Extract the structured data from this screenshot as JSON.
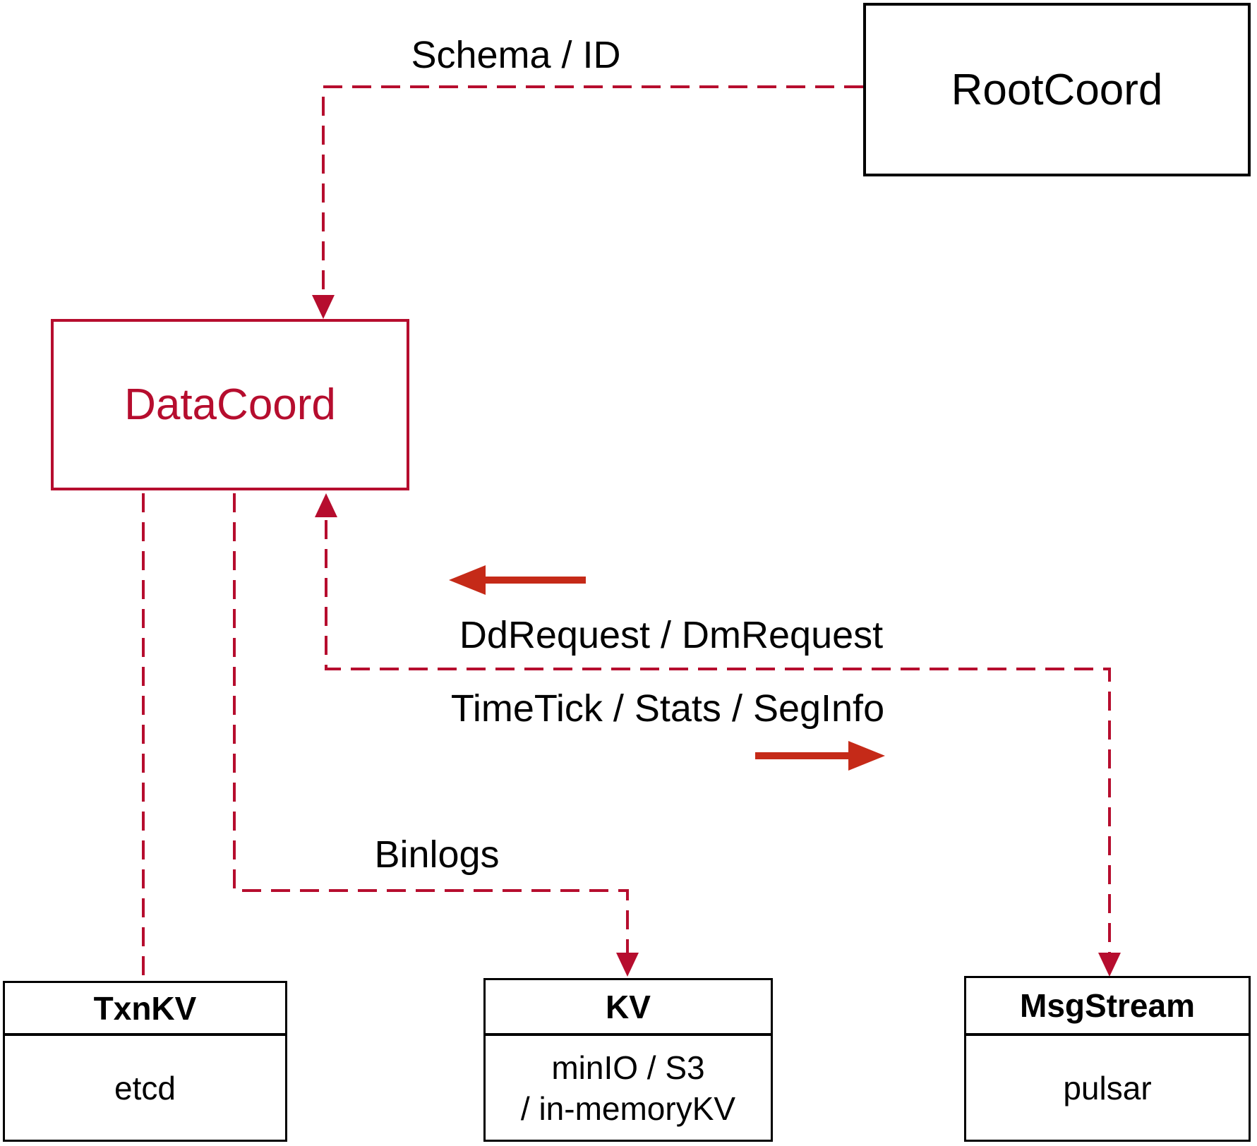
{
  "diagram": {
    "nodes": {
      "rootcoord": {
        "label": "RootCoord"
      },
      "datacoord": {
        "label": "DataCoord"
      },
      "txnkv": {
        "title": "TxnKV",
        "body": "etcd"
      },
      "kv": {
        "title": "KV",
        "body_line1": "minIO / S3",
        "body_line2": "/ in-memoryKV"
      },
      "msgstream": {
        "title": "MsgStream",
        "body": "pulsar"
      }
    },
    "edge_labels": {
      "schema_id": "Schema / ID",
      "dd_dm_request": "DdRequest / DmRequest",
      "timetick_stats_seginfo": "TimeTick / Stats / SegInfo",
      "binlogs": "Binlogs"
    },
    "colors": {
      "dash_line": "#b60d2e",
      "datacoord_accent": "#b60d2e",
      "solid_arrow": "#c52a18",
      "box_border": "#000000",
      "label_text": "#000000"
    }
  }
}
